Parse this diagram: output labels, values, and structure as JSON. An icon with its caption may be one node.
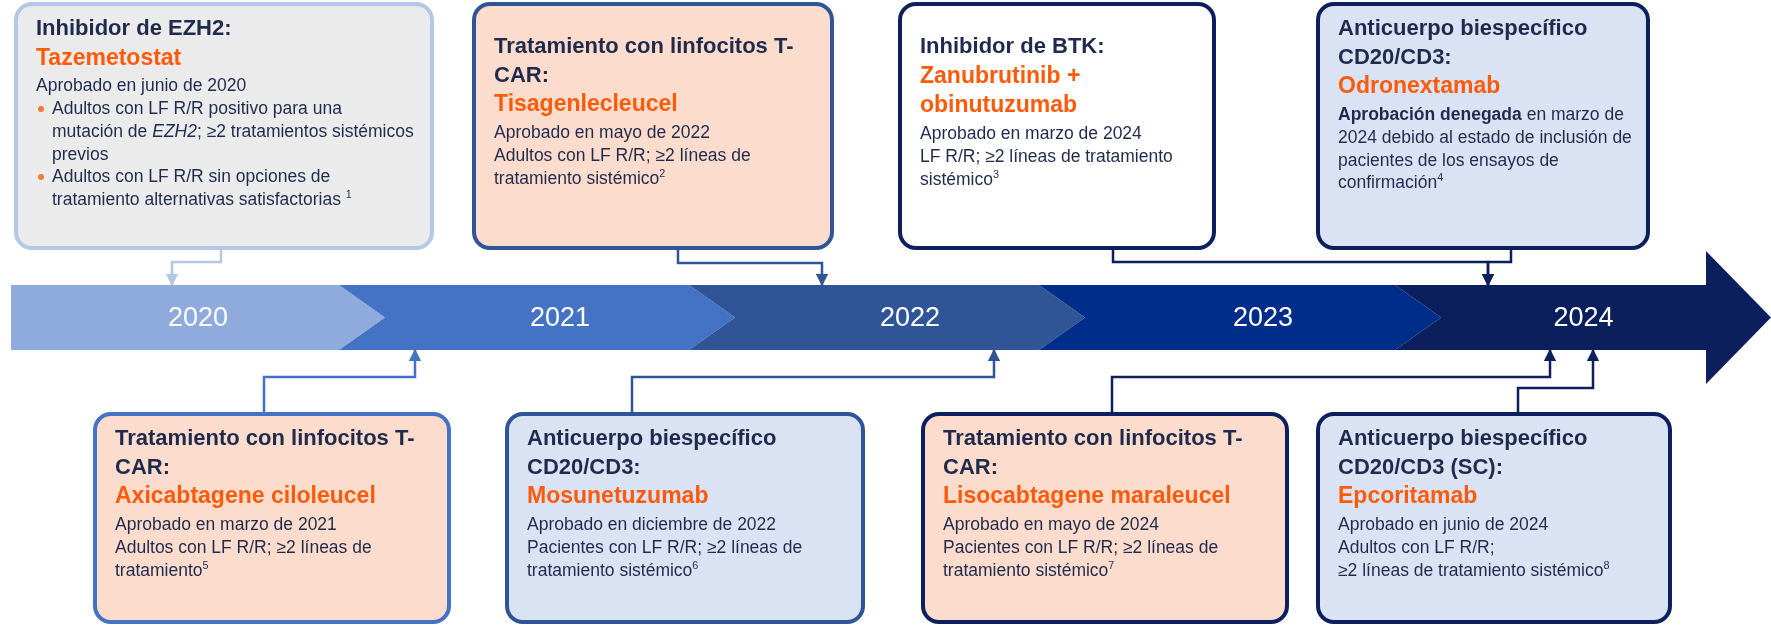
{
  "diagram": {
    "nodes": [
      {
        "text": [
          "Inhibidor de EZH2:",
          "Tazemetostat",
          "Aprobado en junio de 2020",
          "Adultos con LF R/R positivo para una mutación de *EZH2*; ≥2 tratamientos sistémicos previos",
          "Adultos con LF R/R sin opciones de tratamiento alternativas satisfactorias $^{1}$"
        ]
      },
      {
        "text": [
          "Tratamiento con linfocitos T-CAR:",
          "Tisagenlecleucel",
          "Aprobado en mayo de 2022",
          "Adultos con LF R/R; ≥2 líneas de tratamiento sistémico$^{2}$"
        ]
      },
      {
        "text": [
          "Inhibidor de BTK:",
          "Zanubrutinib + obinutuzumab",
          "Aprobado en marzo de 2024",
          "LF R/R; ≥2 líneas de tratamiento sistémico$^{3}$"
        ]
      },
      {
        "text": [
          "Anticuerpo biespecífico CD20/CD3:",
          "Odronextamab",
          "**Aprobación denegada** en marzo de 2024 debido al estado de inclusión de pacientes de los ensayos de confirmación$^{4}$"
        ]
      },
      {
        "text": [
          "Tratamiento con linfocitos T-CAR:",
          "Axicabtagene ciloleucel",
          "Aprobado en marzo de 2021",
          "Adultos con LF R/R; ≥2 líneas de tratamiento$^{5}$"
        ]
      },
      {
        "text": [
          "Anticuerpo biespecífico CD20/CD3:",
          "Mosunetuzumab",
          "Aprobado en diciembre de 2022",
          "Pacientes con LF R/R; ≥2 líneas de tratamiento sistémico$^{6}$"
        ]
      },
      {
        "text": [
          "Tratamiento con linfocitos T-CAR:",
          "Lisocabtagene maraleucel",
          "Aprobado en mayo de 2024",
          "Pacientes con LF R/R; ≥2 líneas de tratamiento sistémico$^{7}$"
        ]
      },
      {
        "text": [
          "Anticuerpo biespecífico CD20/CD3 (SC):",
          "Epcoritamab",
          "Aprobado en junio de 2024",
          "Adultos con LF R/R;",
          "≥2 líneas de tratamiento sistémico$^{8}$"
        ]
      },
      {
        "text": [
          "2020"
        ]
      },
      {
        "text": [
          "2021"
        ]
      },
      {
        "text": [
          "2022"
        ]
      },
      {
        "text": [
          "2023"
        ]
      },
      {
        "text": [
          "2024"
        ]
      }
    ],
    "edges": [
      {
        "from": 0,
        "to": 8,
        "arrow": "to",
        "color": "#b4c7e7"
      },
      {
        "from": 1,
        "to": 10,
        "arrow": "to",
        "color": "#2f5597"
      },
      {
        "from": 2,
        "to": 12,
        "arrow": "to"
      },
      {
        "from": 3,
        "to": 12,
        "arrow": "to"
      },
      {
        "from": 4,
        "to": 9,
        "arrow": "to",
        "color": "#4472c4"
      },
      {
        "from": 5,
        "to": 10,
        "arrow": "to",
        "color": "#2f5597"
      },
      {
        "from": 6,
        "to": 12,
        "arrow": "to"
      },
      {
        "from": 7,
        "to": 12,
        "arrow": "to"
      }
    ]
  }
}
